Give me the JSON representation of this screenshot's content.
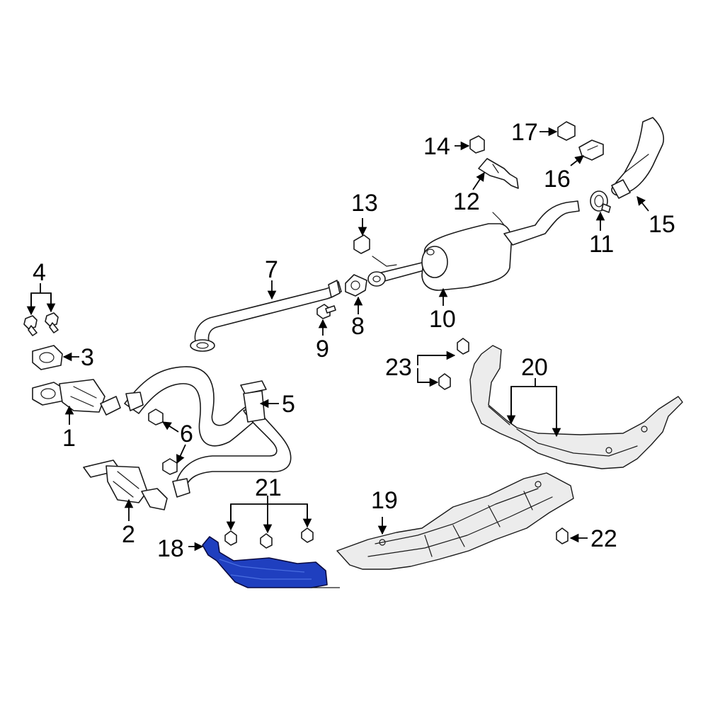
{
  "diagram": {
    "callouts": [
      "1",
      "2",
      "3",
      "4",
      "5",
      "6",
      "7",
      "8",
      "9",
      "10",
      "11",
      "12",
      "13",
      "14",
      "15",
      "16",
      "17",
      "18",
      "19",
      "20",
      "21",
      "22",
      "23"
    ]
  },
  "colors": {
    "line": "#1a1a1a",
    "highlight_part": "#1f3fbf",
    "background": "#ffffff"
  }
}
